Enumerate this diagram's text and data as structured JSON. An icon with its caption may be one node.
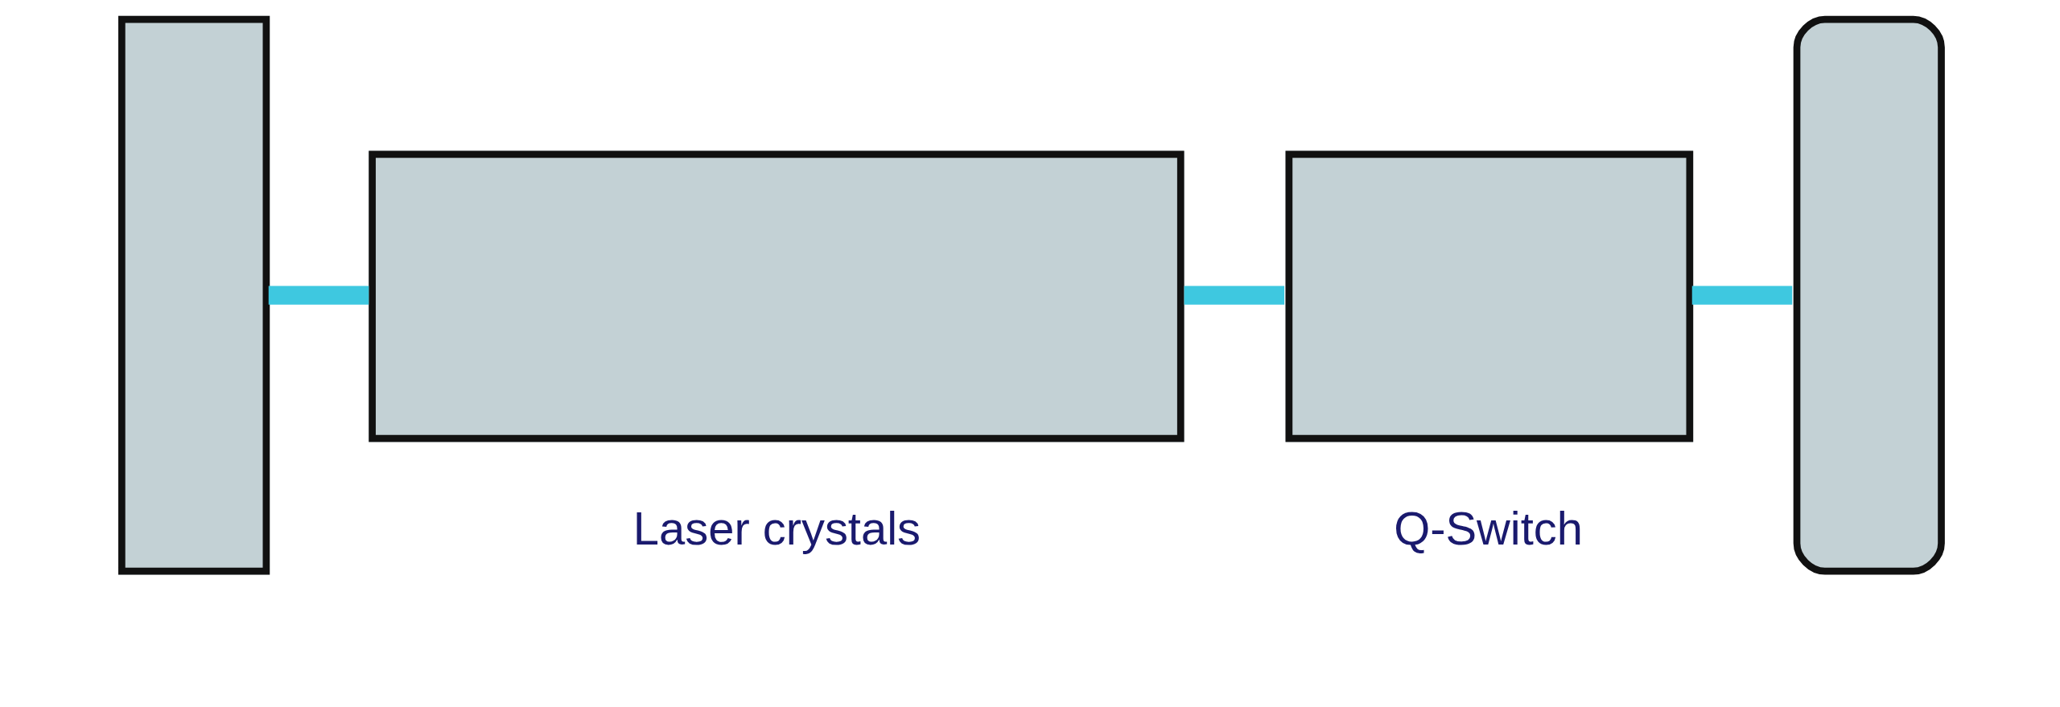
{
  "diagram": {
    "nodes": [
      {
        "text": [],
        "shape": "box"
      },
      {
        "text": [],
        "shape": "box",
        "beside": [
          "Laser crystals"
        ]
      },
      {
        "text": [],
        "shape": "box",
        "beside": [
          "Q-Switch"
        ]
      },
      {
        "text": [],
        "shape": "mirror"
      }
    ],
    "edges": [
      {
        "from": 0,
        "to": 1,
        "arrow": "none"
      },
      {
        "from": 1,
        "to": 2,
        "arrow": "none"
      },
      {
        "from": 2,
        "to": 3,
        "arrow": "none"
      }
    ]
  }
}
